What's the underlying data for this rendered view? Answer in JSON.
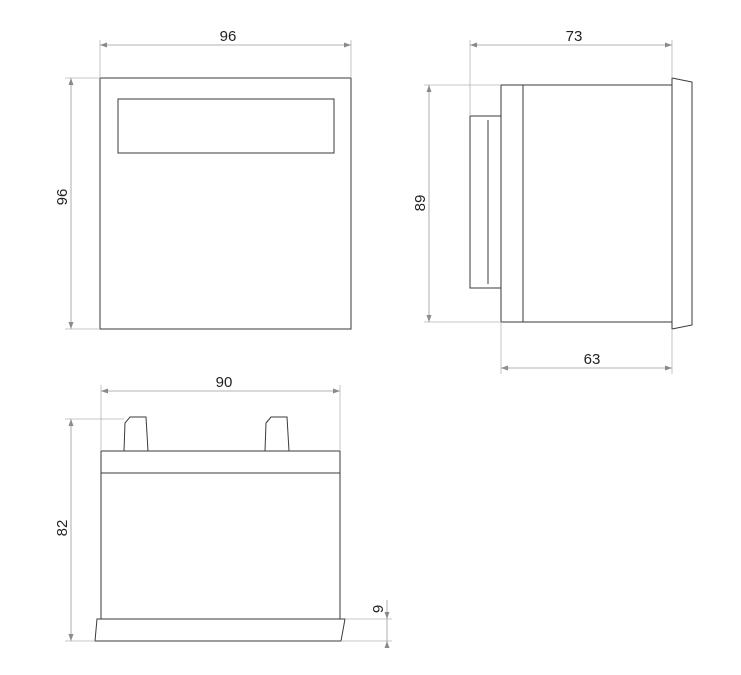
{
  "front_view": {
    "width_label": "96",
    "height_label": "96"
  },
  "side_view": {
    "depth_total_label": "73",
    "height_label": "89",
    "body_depth_label": "63"
  },
  "top_view": {
    "width_label": "90",
    "depth_label": "82",
    "bezel_label": "9"
  }
}
